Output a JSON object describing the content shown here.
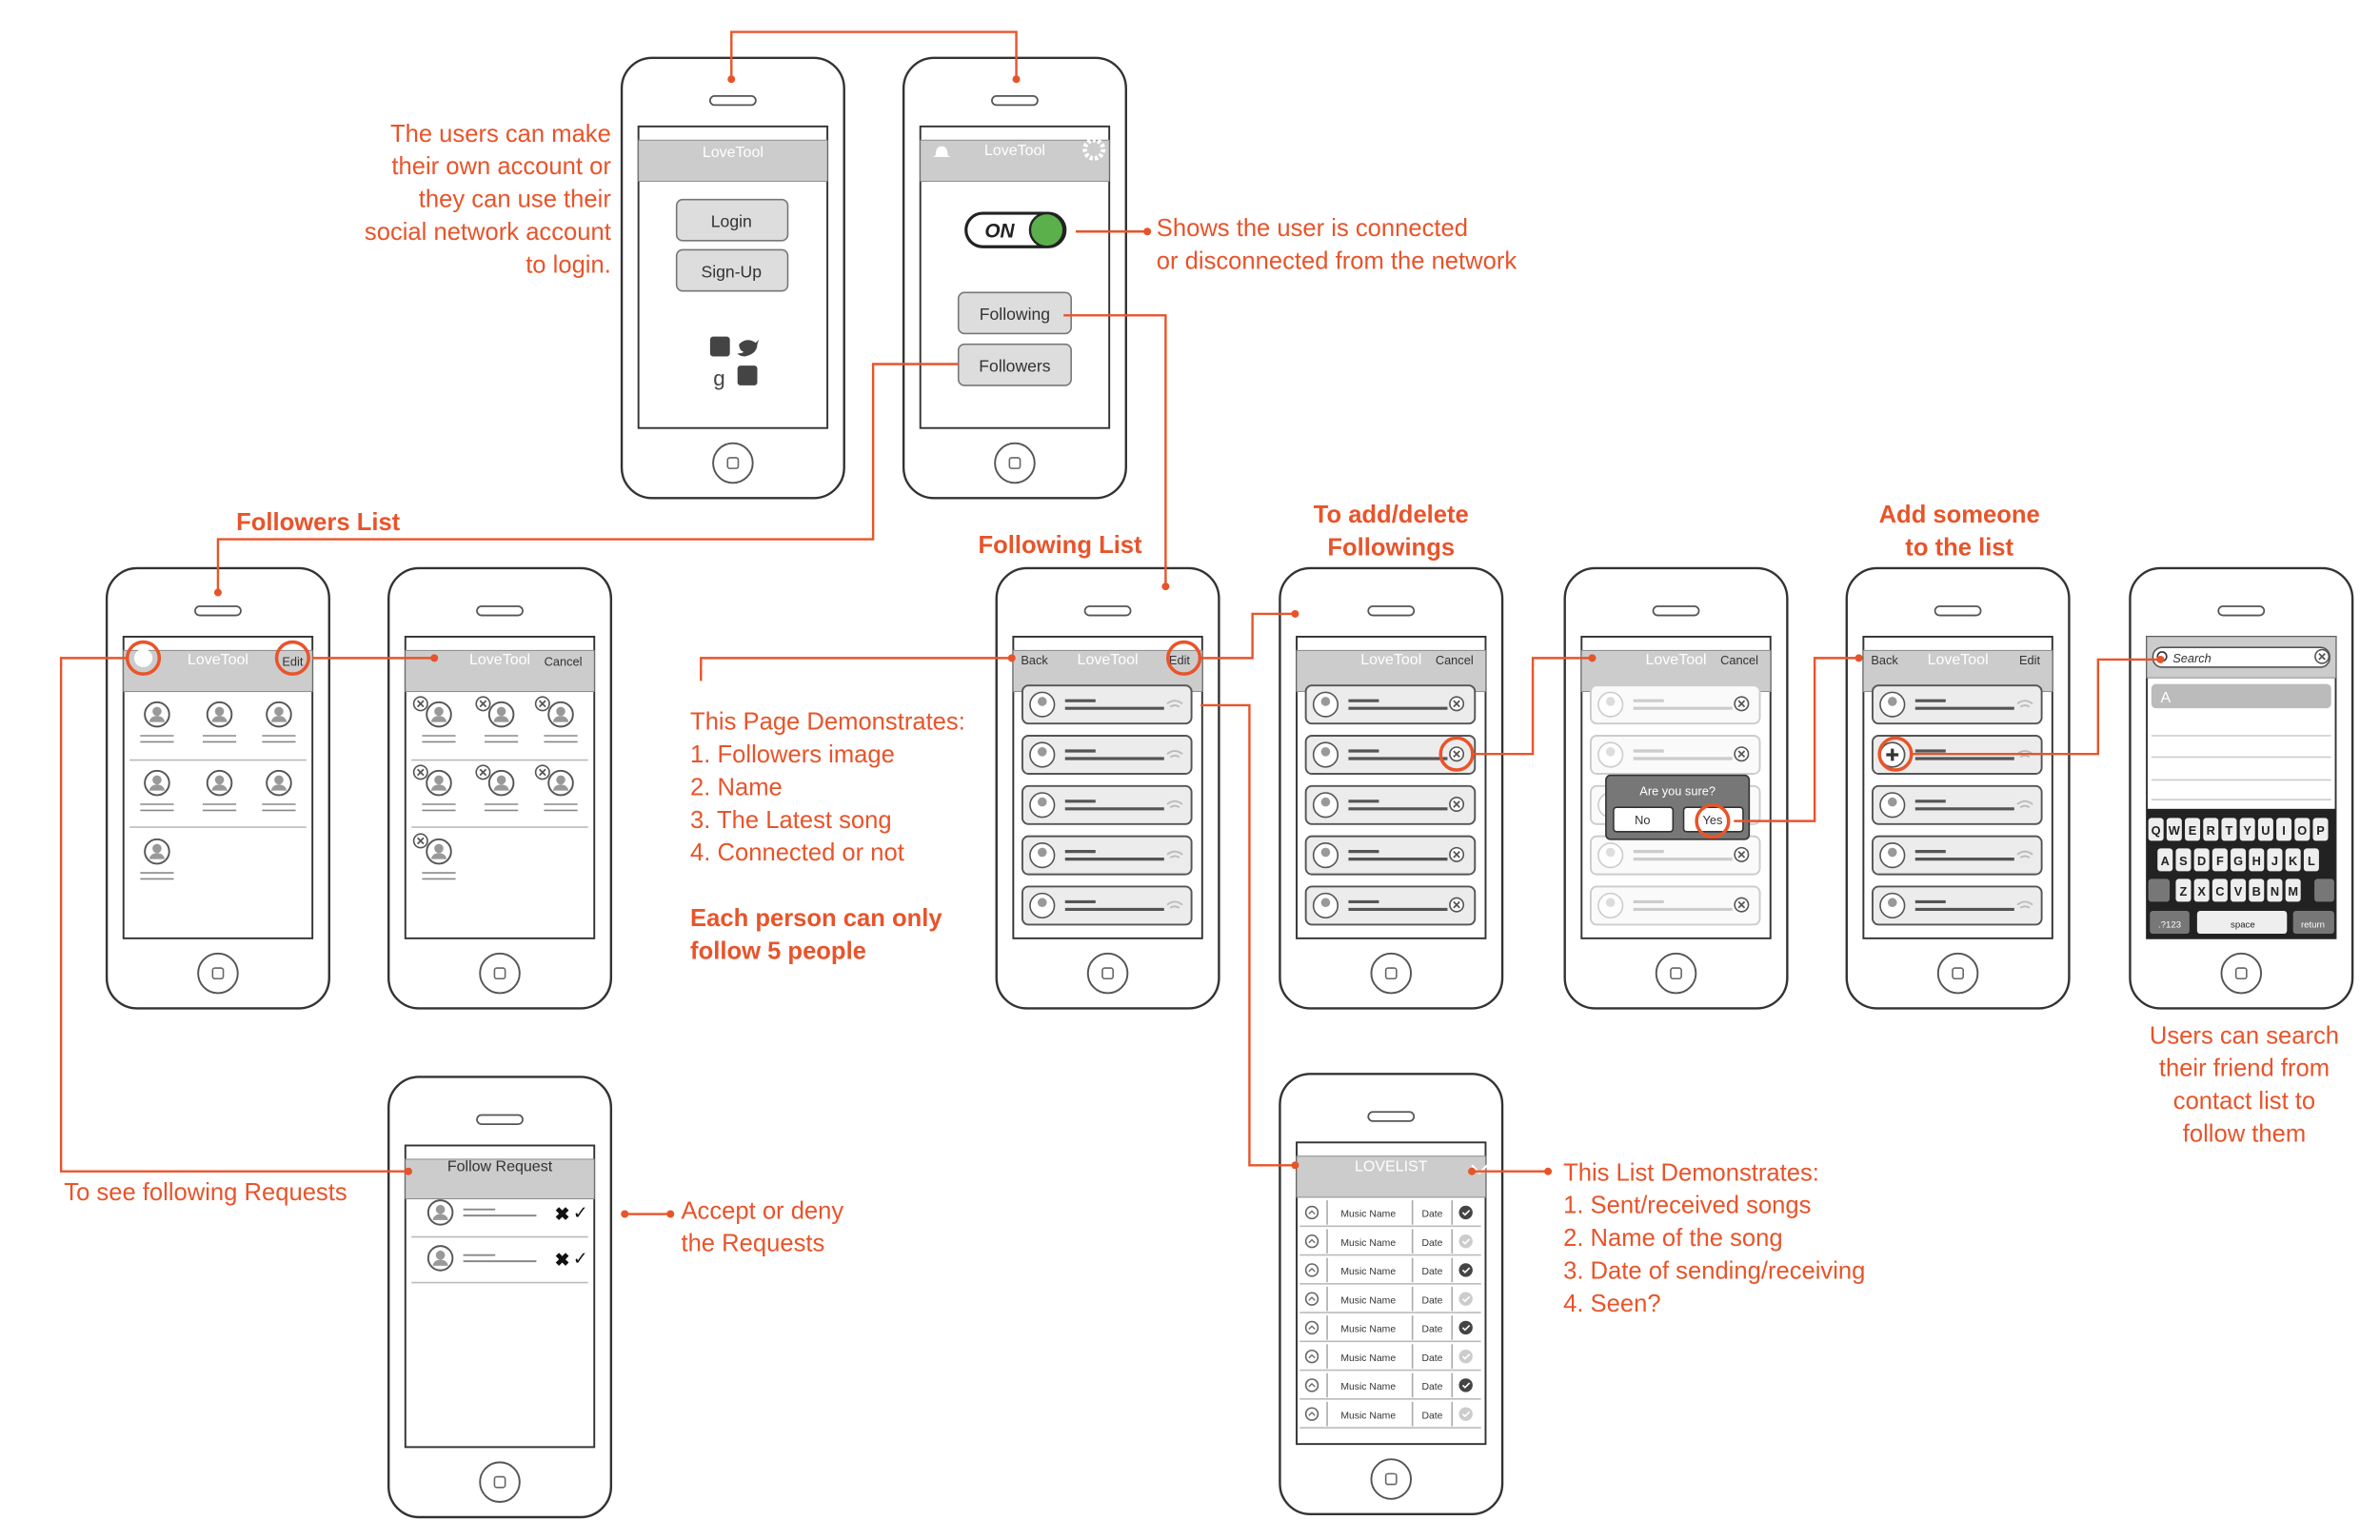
{
  "login": {
    "title": "LoveTool",
    "login": "Login",
    "signup": "Sign-Up"
  },
  "home": {
    "title": "LoveTool",
    "toggle": "ON",
    "following": "Following",
    "followers": "Followers"
  },
  "list_bar": {
    "title": "LoveTool",
    "edit": "Edit",
    "cancel": "Cancel",
    "back": "Back"
  },
  "follow_request": {
    "title": "Follow Request"
  },
  "search": {
    "placeholder": "Search",
    "section": "A",
    "keys": [
      [
        "Q",
        "W",
        "E",
        "R",
        "T",
        "Y",
        "U",
        "I",
        "O",
        "P"
      ],
      [
        "A",
        "S",
        "D",
        "F",
        "G",
        "H",
        "J",
        "K",
        "L"
      ],
      [
        "Z",
        "X",
        "C",
        "V",
        "B",
        "N",
        "M"
      ]
    ],
    "num": ".?123",
    "space": "space",
    "ret": "return"
  },
  "confirm": {
    "question": "Are you sure?",
    "no": "No",
    "yes": "Yes"
  },
  "lovelist": {
    "title": "LOVELIST",
    "cell": "Music Name",
    "date": "Date"
  },
  "ann": {
    "users_login": [
      "The users can make",
      "their own account or",
      "they can use their",
      "social network account",
      "to login."
    ],
    "connected": [
      "Shows the user is connected",
      "or disconnected from the network"
    ],
    "followers_list": "Followers List",
    "following_list": "Following List",
    "add_delete": [
      "To add/delete",
      "Followings"
    ],
    "add_someone": [
      "Add someone",
      "to the list"
    ],
    "demonstrates": [
      "This Page Demonstrates:",
      "1. Followers image",
      "2. Name",
      "3. The Latest song",
      "4. Connected or not"
    ],
    "five": [
      "Each person can only",
      "follow 5 people"
    ],
    "see_requests": "To see following Requests",
    "accept": [
      "Accept or deny",
      "the Requests"
    ],
    "list_demo": [
      "This List Demonstrates:",
      "1. Sent/received songs",
      "2. Name of the song",
      "3. Date of sending/receiving",
      "4. Seen?"
    ],
    "search": [
      "Users can search",
      "their friend from",
      "contact list to",
      "follow them"
    ]
  }
}
